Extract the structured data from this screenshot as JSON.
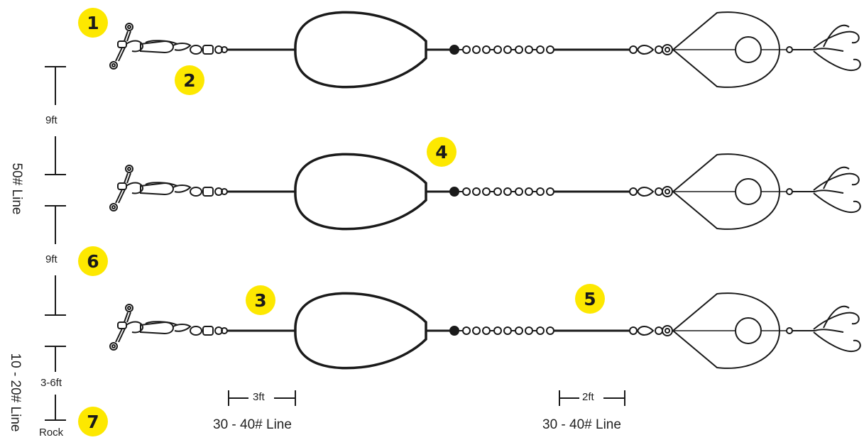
{
  "badge_color": "#fde800",
  "badges": [
    "1",
    "2",
    "3",
    "4",
    "5",
    "6",
    "7"
  ],
  "left_scale": {
    "segment_1": "9ft",
    "segment_2": "9ft",
    "segment_3": "3-6ft",
    "bottom": "Rock",
    "main_line": "50# Line",
    "lower_line": "10 - 20# Line"
  },
  "bottom_measures": {
    "leader_1_length": "3ft",
    "leader_1_line": "30 - 40# Line",
    "leader_2_length": "2ft",
    "leader_2_line": "30 - 40# Line"
  }
}
